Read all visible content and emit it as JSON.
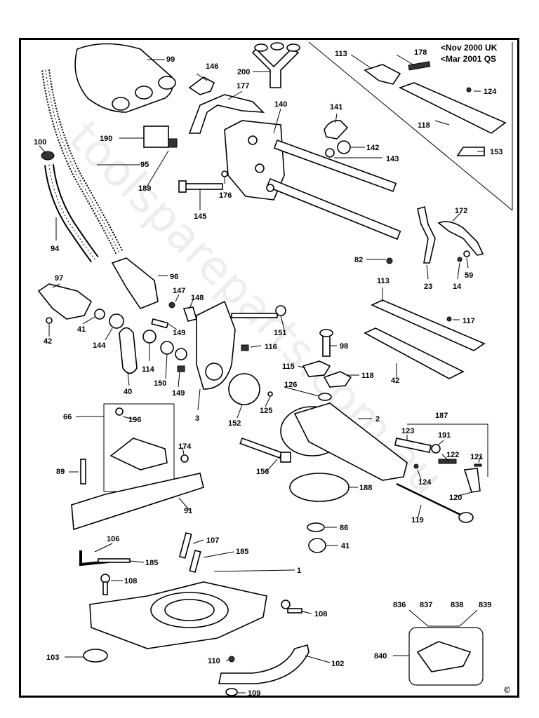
{
  "notes": [
    "<Nov 2000 UK",
    "<Mar 2001 QS"
  ],
  "watermark": "toolspareparts.com.au",
  "copyright": "©",
  "accent": "#000000",
  "labels": [
    "99",
    "146",
    "200",
    "178",
    "113",
    "124",
    "177",
    "140",
    "141",
    "118",
    "142",
    "153",
    "100",
    "190",
    "143",
    "95",
    "189",
    "176",
    "145",
    "172",
    "94",
    "82",
    "23",
    "14",
    "59",
    "97",
    "96",
    "147",
    "148",
    "113",
    "117",
    "41",
    "144",
    "151",
    "149",
    "116",
    "98",
    "42",
    "114",
    "115",
    "118",
    "42",
    "150",
    "126",
    "40",
    "149",
    "3",
    "187",
    "152",
    "125",
    "2",
    "123",
    "191",
    "66",
    "196",
    "174",
    "122",
    "121",
    "89",
    "156",
    "124",
    "188",
    "120",
    "91",
    "119",
    "86",
    "41",
    "106",
    "107",
    "185",
    "185",
    "1",
    "108",
    "836",
    "837",
    "838",
    "839",
    "108",
    "840",
    "103",
    "110",
    "102",
    "109"
  ]
}
